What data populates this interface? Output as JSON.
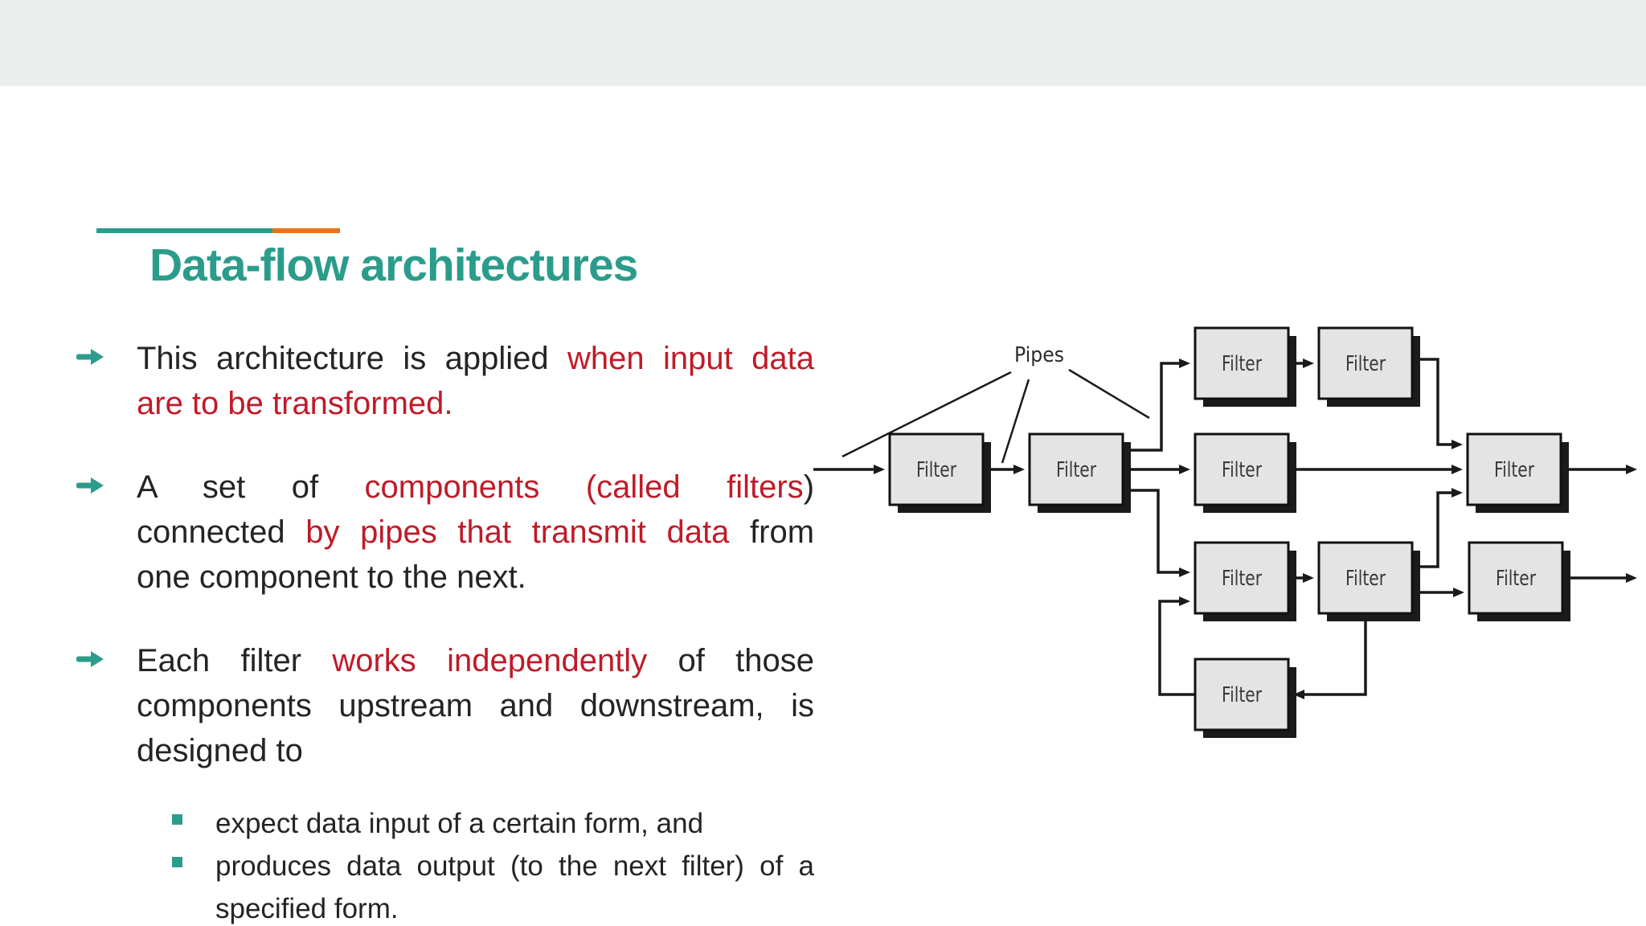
{
  "slide": {
    "title": "Data-flow architectures",
    "colors": {
      "accent_teal": "#2b9c8b",
      "accent_orange": "#e8731a",
      "highlight_red": "#bf1b28",
      "body_text": "#242424",
      "header_band": "#e9eeed"
    },
    "bullets": [
      {
        "lines": [
          {
            "last": false,
            "segments": [
              {
                "t": "This architecture is applied ",
                "red": false
              },
              {
                "t": "when input data",
                "red": true
              }
            ]
          },
          {
            "last": true,
            "segments": [
              {
                "t": "are to be transformed.",
                "red": true
              }
            ]
          }
        ]
      },
      {
        "lines": [
          {
            "last": false,
            "segments": [
              {
                "t": "A set of ",
                "red": false
              },
              {
                "t": "components (called filters",
                "red": true
              },
              {
                "t": ")",
                "red": false
              }
            ]
          },
          {
            "last": false,
            "segments": [
              {
                "t": "connected ",
                "red": false
              },
              {
                "t": "by pipes that transmit data",
                "red": true
              },
              {
                "t": " from",
                "red": false
              }
            ]
          },
          {
            "last": true,
            "segments": [
              {
                "t": "one component to the next.",
                "red": false
              }
            ]
          }
        ]
      },
      {
        "lines": [
          {
            "last": false,
            "segments": [
              {
                "t": "Each filter ",
                "red": false
              },
              {
                "t": "works independently",
                "red": true
              },
              {
                "t": " of those",
                "red": false
              }
            ]
          },
          {
            "last": false,
            "segments": [
              {
                "t": "components upstream and downstream, is",
                "red": false
              }
            ]
          },
          {
            "last": true,
            "segments": [
              {
                "t": "designed to",
                "red": false
              }
            ]
          }
        ]
      }
    ],
    "sub_bullets": [
      {
        "lines": [
          {
            "last": true,
            "segments": [
              {
                "t": "expect data input of a certain form, and",
                "red": false
              }
            ]
          }
        ]
      },
      {
        "lines": [
          {
            "last": false,
            "segments": [
              {
                "t": "produces data output (to the next filter) of a",
                "red": false
              }
            ]
          },
          {
            "last": true,
            "segments": [
              {
                "t": "specified form.",
                "red": false
              }
            ]
          }
        ]
      }
    ]
  },
  "diagram": {
    "pipes_label": "Pipes",
    "filters": [
      "Filter",
      "Filter",
      "Filter",
      "Filter",
      "Filter",
      "Filter",
      "Filter",
      "Filter",
      "Filter",
      "Filter"
    ]
  }
}
